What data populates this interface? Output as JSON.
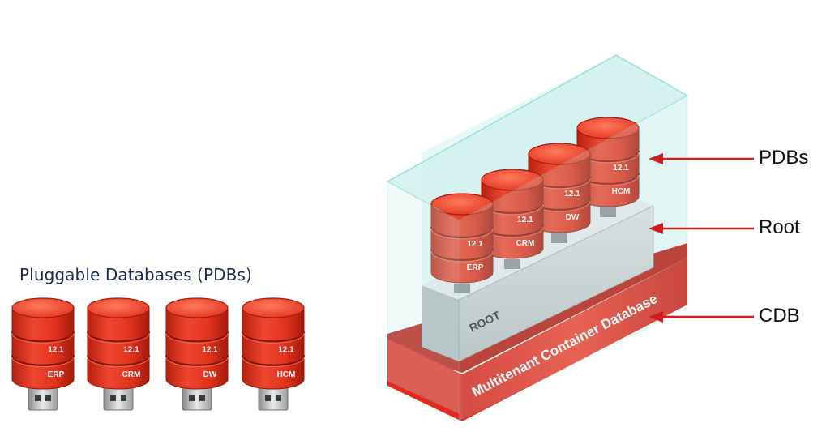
{
  "left_section": {
    "title": "Pluggable Databases  (PDBs)",
    "databases": [
      {
        "version": "12.1",
        "name": "ERP"
      },
      {
        "version": "12.1",
        "name": "CRM"
      },
      {
        "version": "12.1",
        "name": "DW"
      },
      {
        "version": "12.1",
        "name": "HCM"
      }
    ]
  },
  "right_section": {
    "root_label": "ROOT",
    "container_label": "Multitenant Container Database",
    "plugged_databases": [
      {
        "version": "12.1",
        "name": "ERP"
      },
      {
        "version": "12.1",
        "name": "CRM"
      },
      {
        "version": "12.1",
        "name": "DW"
      },
      {
        "version": "12.1",
        "name": "HCM"
      }
    ],
    "callouts": {
      "pdbs": "PDBs",
      "root": "Root",
      "cdb": "CDB"
    }
  },
  "colors": {
    "db_red": "#e0301e",
    "db_dark_red": "#9c1a10",
    "cdb_red": "#e2241a",
    "root_gray": "#c8cacb",
    "glass": "#d6f3f2",
    "glass_edge": "#8fdcd7",
    "arrow": "#cc1f1f",
    "title_navy": "#1a2a50"
  }
}
